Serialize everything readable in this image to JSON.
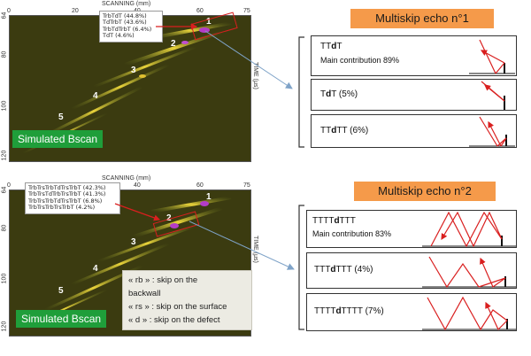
{
  "top_scan": {
    "axis_title": "SCANNING (mm)",
    "x_ticks": [
      "0",
      "20",
      "40",
      "60",
      "75"
    ],
    "y_ticks": [
      "64",
      "80",
      "100",
      "120"
    ],
    "y_label": "TIME (μs)",
    "label": "Simulated Bscan",
    "echo_numbers": [
      "1",
      "2",
      "3",
      "4",
      "5"
    ],
    "contributions": [
      "TrbTdT (44.8%)",
      "TdTrbT (43.6%)",
      "TrbTdTrbT (6.4%)",
      "TdT (4.6%)"
    ]
  },
  "bottom_scan": {
    "axis_title": "SCANNING (mm)",
    "x_ticks": [
      "0",
      "20",
      "40",
      "60",
      "75"
    ],
    "y_ticks": [
      "64",
      "80",
      "100",
      "120"
    ],
    "y_label": "TIME (μs)",
    "label": "Simulated Bscan",
    "echo_numbers": [
      "1",
      "2",
      "3",
      "4",
      "5"
    ],
    "contributions": [
      "TrbTrsTrbTdTrsTrbT (42.3%)",
      "TrbTrsTdTrbTrsTrbT (41.3%)",
      "TrbTrsTrbTdTrsTrbT (6.8%)",
      "TrbTrsTrbTrsTrbT (4.2%)"
    ]
  },
  "legend": {
    "lines": [
      "« rb » : skip on the",
      "backwall",
      "« rs » : skip on the surface",
      "« d » : skip on the defect"
    ]
  },
  "echo1": {
    "title": "Multiskip echo n°1",
    "paths": [
      {
        "pre": "TT",
        "bold": "d",
        "post": "T",
        "sub": "Main contribution 89%"
      },
      {
        "pre": "T",
        "bold": "d",
        "post": "T (5%)",
        "sub": ""
      },
      {
        "pre": "TT",
        "bold": "d",
        "post": "TT (6%)",
        "sub": ""
      }
    ]
  },
  "echo2": {
    "title": "Multiskip echo n°2",
    "paths": [
      {
        "pre": "TTTT",
        "bold": "d",
        "post": "TTT",
        "sub": "Main contribution 83%"
      },
      {
        "pre": "TTT",
        "bold": "d",
        "post": "TTT (4%)",
        "sub": ""
      },
      {
        "pre": "TTTT",
        "bold": "d",
        "post": "TTTT (7%)",
        "sub": ""
      }
    ]
  },
  "colors": {
    "accent_red": "#d91f1f",
    "echo_title_bg": "#f59a4a",
    "label_bg": "#1f9e3a",
    "bscan_bg": "#3b3b10"
  }
}
